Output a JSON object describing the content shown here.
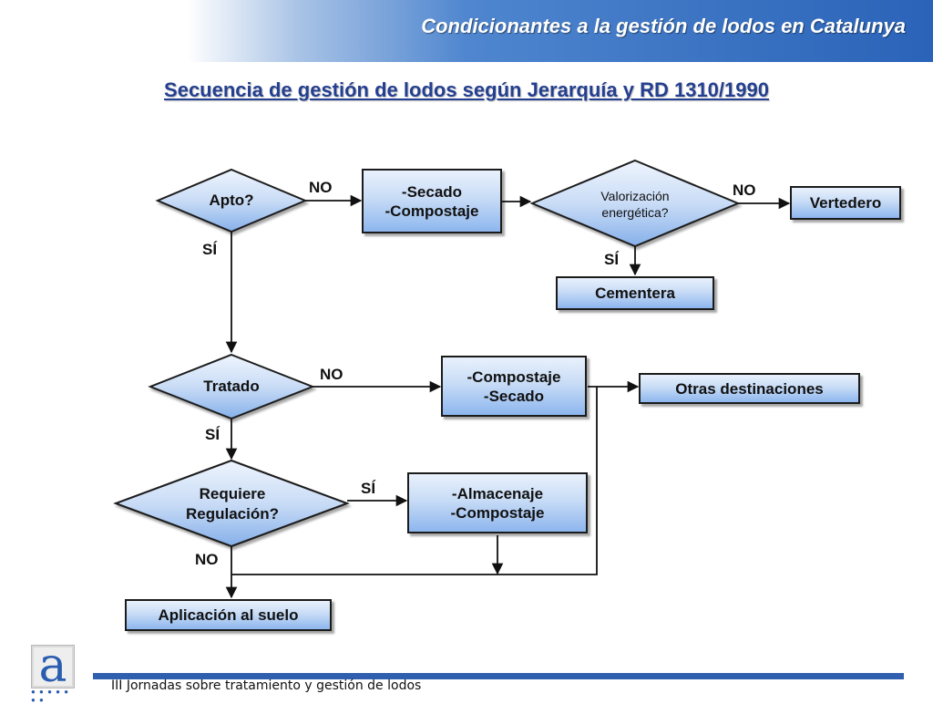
{
  "header": {
    "title": "Condicionantes a la gestión de lodos en Catalunya"
  },
  "subtitle": "Secuencia de gestión de lodos según Jerarquía y RD 1310/1990",
  "decisions": {
    "apto": "Apto?",
    "valorizacion": [
      "Valorización",
      "energética?"
    ],
    "tratado": "Tratado",
    "requiere": [
      "Requiere",
      "Regulación?"
    ]
  },
  "boxes": {
    "secado_compostaje": [
      "-Secado",
      "-Compostaje"
    ],
    "vertedero": "Vertedero",
    "cementera": "Cementera",
    "compostaje_secado": [
      "-Compostaje",
      "-Secado"
    ],
    "otras": "Otras destinaciones",
    "almacenaje": [
      "-Almacenaje",
      "-Compostaje"
    ],
    "aplicacion": "Aplicación al suelo"
  },
  "edge_labels": {
    "no_apto": "NO",
    "si_apto": "SÍ",
    "no_valorizacion": "NO",
    "si_valorizacion": "SÍ",
    "no_tratado": "NO",
    "si_tratado": "SÍ",
    "si_requiere": "SÍ",
    "no_requiere": "NO"
  },
  "footer": {
    "text": "III Jornadas sobre tratamiento y gestión de lodos"
  },
  "logo": {
    "letter": "a",
    "dots": "● ● ● ● ● ● ●"
  },
  "colors": {
    "header_blue": "#2a63b8",
    "subtitle_blue": "#243f8f",
    "footer_bar": "#2f5fae",
    "node_fill": "#c8dcf6"
  }
}
